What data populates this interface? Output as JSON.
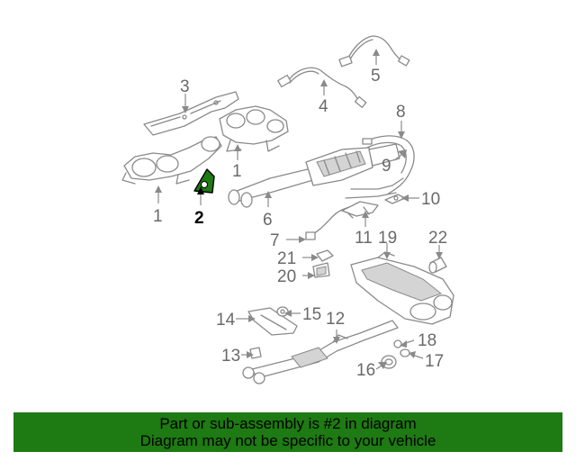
{
  "callouts": {
    "c1a": "1",
    "c1b": "1",
    "c2": "2",
    "c3": "3",
    "c4": "4",
    "c5": "5",
    "c6": "6",
    "c7": "7",
    "c8": "8",
    "c9": "9",
    "c10": "10",
    "c11": "11",
    "c12": "12",
    "c13": "13",
    "c14": "14",
    "c15": "15",
    "c16": "16",
    "c17": "17",
    "c18": "18",
    "c19": "19",
    "c20": "20",
    "c21": "21",
    "c22": "22"
  },
  "banner": {
    "line1": "Part or sub-assembly is #2 in diagram",
    "line2": "Diagram may not be specific to your vehicle",
    "color": "#1e7a12"
  },
  "highlight_color": "#1e7a12"
}
